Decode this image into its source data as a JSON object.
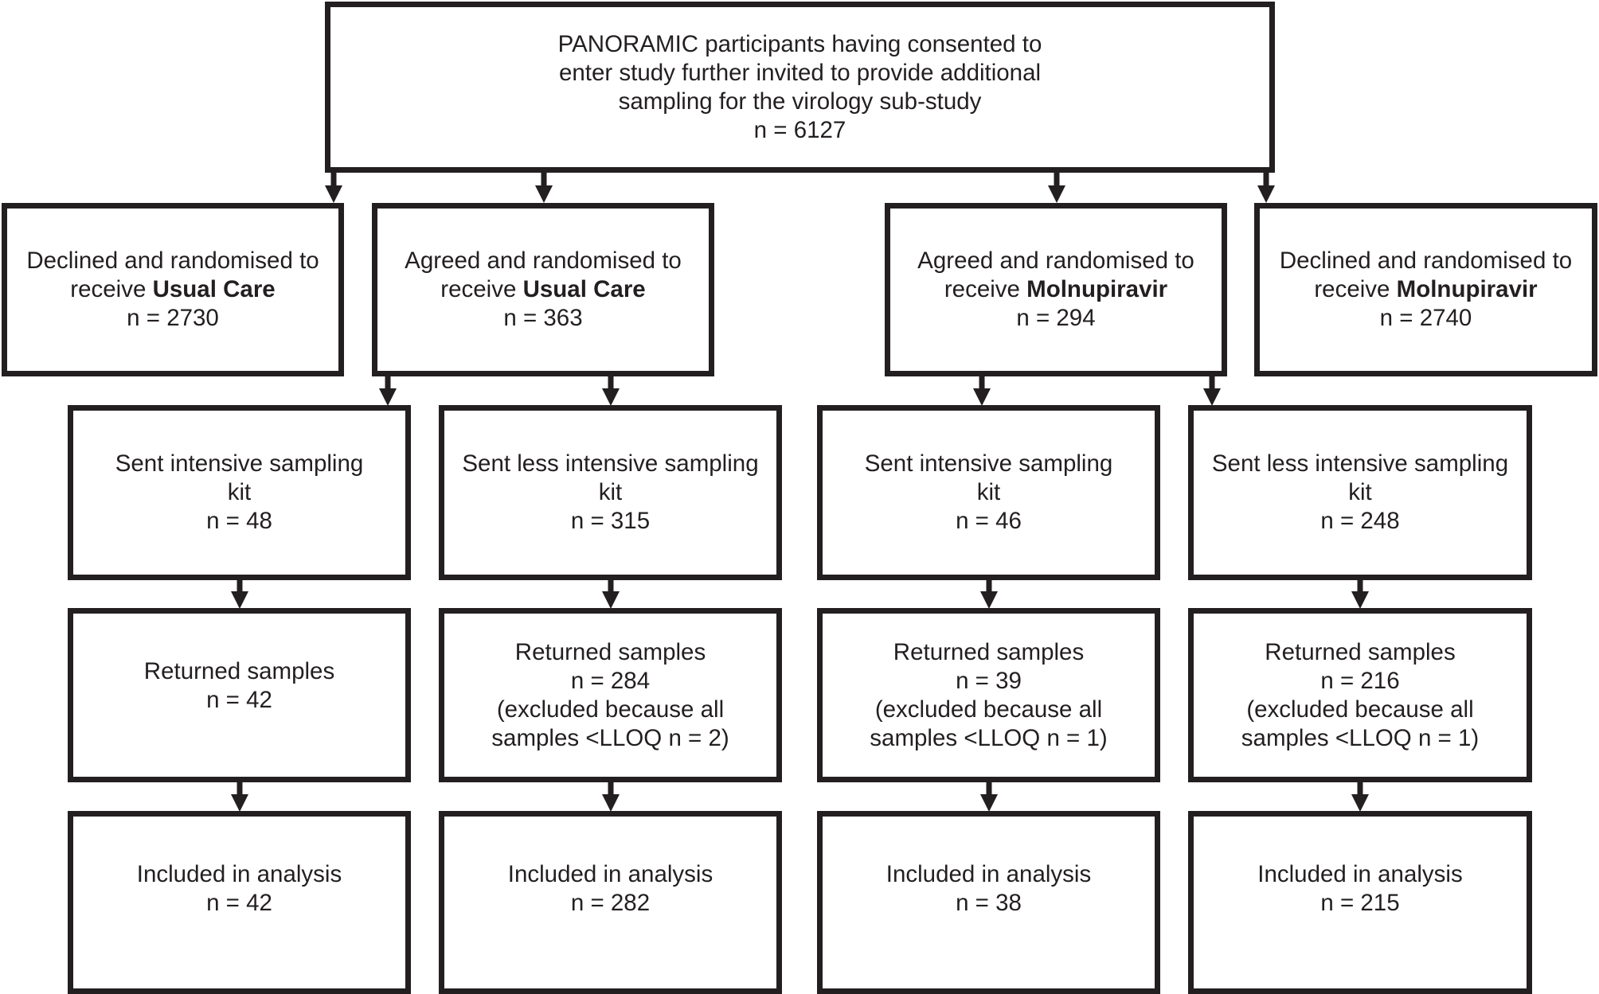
{
  "root": {
    "line1": "PANORAMIC participants having consented to",
    "line2": "enter study further invited to provide additional",
    "line3": "sampling for the virology sub-study",
    "n": "n = 6127"
  },
  "arms": [
    {
      "line1": "Declined and randomised to",
      "prefix": "receive ",
      "treatment": "Usual Care",
      "n": "n = 2730"
    },
    {
      "line1": "Agreed and randomised to",
      "prefix": "receive ",
      "treatment": "Usual Care",
      "n": "n = 363"
    },
    {
      "line1": "Agreed and randomised to",
      "prefix": "receive ",
      "treatment": "Molnupiravir",
      "n": "n = 294"
    },
    {
      "line1": "Declined and randomised to",
      "prefix": "receive ",
      "treatment": "Molnupiravir",
      "n": "n = 2740"
    }
  ],
  "kits": [
    {
      "line1": "Sent intensive sampling",
      "line2": "kit",
      "n": "n = 48"
    },
    {
      "line1": "Sent less intensive sampling",
      "line2": "kit",
      "n": "n = 315"
    },
    {
      "line1": "Sent intensive sampling",
      "line2": "kit",
      "n": "n = 46"
    },
    {
      "line1": "Sent less intensive sampling",
      "line2": "kit",
      "n": "n = 248"
    }
  ],
  "returned": [
    {
      "label": "Returned samples",
      "n": "n = 42",
      "excl1": "",
      "excl2": ""
    },
    {
      "label": "Returned samples",
      "n": "n = 284",
      "excl1": "(excluded because all",
      "excl2": "samples <LLOQ n = 2)"
    },
    {
      "label": "Returned samples",
      "n": "n = 39",
      "excl1": "(excluded because all",
      "excl2": "samples <LLOQ n = 1)"
    },
    {
      "label": "Returned samples",
      "n": "n = 216",
      "excl1": "(excluded because all",
      "excl2": "samples <LLOQ n = 1)"
    }
  ],
  "included": [
    {
      "label": "Included in analysis",
      "n": "n = 42"
    },
    {
      "label": "Included in analysis",
      "n": "n = 282"
    },
    {
      "label": "Included in analysis",
      "n": "n = 38"
    },
    {
      "label": "Included in analysis",
      "n": "n = 215"
    }
  ],
  "colors": {
    "line": "#231f20",
    "background": "#ffffff"
  }
}
